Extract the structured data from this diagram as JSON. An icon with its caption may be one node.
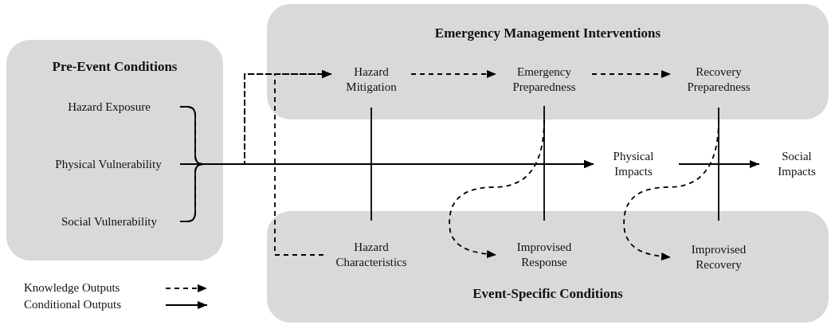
{
  "diagram": {
    "nodes": [
      {
        "text": [
          "Pre-Event Conditions"
        ]
      },
      {
        "text": [
          "Hazard Exposure"
        ],
        "in": 0
      },
      {
        "text": [
          "Physical Vulnerability"
        ],
        "in": 0
      },
      {
        "text": [
          "Social Vulnerability"
        ],
        "in": 0
      },
      {
        "text": [
          "Emergency Management Interventions"
        ]
      },
      {
        "text": [
          "Hazard Mitigation"
        ],
        "in": 4
      },
      {
        "text": [
          "Emergency Preparedness"
        ],
        "in": 4
      },
      {
        "text": [
          "Recovery Preparedness"
        ],
        "in": 4
      },
      {
        "text": [
          "Physical Impacts"
        ]
      },
      {
        "text": [
          "Social Impacts"
        ]
      },
      {
        "text": [
          "Event-Specific Conditions"
        ]
      },
      {
        "text": [
          "Hazard Characteristics"
        ],
        "in": 10
      },
      {
        "text": [
          "Improvised Response"
        ],
        "in": 10
      },
      {
        "text": [
          "Improvised Recovery"
        ],
        "in": 10
      }
    ],
    "edges": [
      {
        "from": 1,
        "to": 8,
        "arrow": "to"
      },
      {
        "from": 2,
        "to": 8,
        "arrow": "to"
      },
      {
        "from": 3,
        "to": 8,
        "arrow": "to"
      },
      {
        "from": 1,
        "to": 5,
        "arrow": "to",
        "style": "dashed"
      },
      {
        "from": 2,
        "to": 5,
        "arrow": "to",
        "style": "dashed"
      },
      {
        "from": 3,
        "to": 5,
        "arrow": "to",
        "style": "dashed"
      },
      {
        "from": 11,
        "to": 5,
        "arrow": "to",
        "style": "dashed"
      },
      {
        "from": 5,
        "to": 6,
        "arrow": "to",
        "style": "dashed"
      },
      {
        "from": 6,
        "to": 7,
        "arrow": "to",
        "style": "dashed"
      },
      {
        "from": 5,
        "to": 11,
        "arrow": "none"
      },
      {
        "from": 6,
        "to": 12,
        "arrow": "none"
      },
      {
        "from": 7,
        "to": 13,
        "arrow": "none"
      },
      {
        "from": 6,
        "to": 12,
        "arrow": "to",
        "style": "dashed"
      },
      {
        "from": 7,
        "to": 13,
        "arrow": "to",
        "style": "dashed"
      },
      {
        "from": 8,
        "to": 9,
        "arrow": "to"
      }
    ],
    "legend": [
      {
        "text": "Knowledge Outputs"
      },
      {
        "text": "Conditional Outputs"
      }
    ]
  }
}
